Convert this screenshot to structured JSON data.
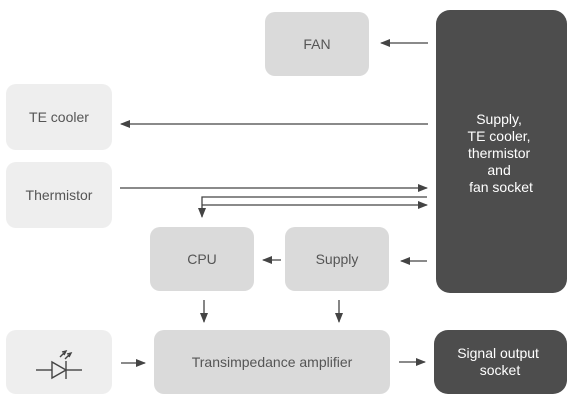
{
  "blocks": {
    "fan": "FAN",
    "te_cooler": "TE cooler",
    "thermistor": "Thermistor",
    "cpu": "CPU",
    "supply": "Supply",
    "tia": "Transimpedance amplifier",
    "socket_lines": [
      "Supply,",
      "TE cooler,",
      "thermistor",
      "and",
      "fan socket"
    ],
    "signal_lines": [
      "Signal output",
      "socket"
    ],
    "photodiode_icon": "photodiode-icon"
  },
  "colors": {
    "light": "#eeeeee",
    "medium": "#dadada",
    "dark": "#4d4d4d",
    "line": "#444444",
    "text": "#555555"
  }
}
